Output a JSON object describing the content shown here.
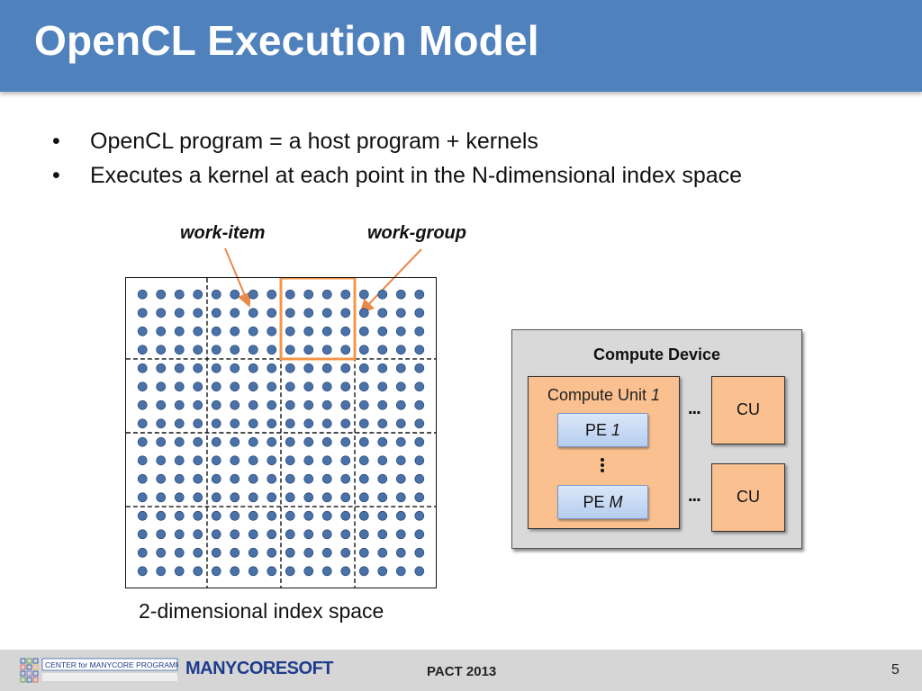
{
  "slide": {
    "title": "OpenCL Execution Model",
    "bullets": [
      "OpenCL program = a host program + kernels",
      "Executes a kernel at each point in the N-dimensional index space"
    ],
    "bullet_glyph": "•"
  },
  "diagram": {
    "label_work_item": "work-item",
    "label_work_group": "work-group",
    "index_space_caption": "2-dimensional index space",
    "grid": {
      "rows": 16,
      "cols": 16,
      "group_rows": 4,
      "group_cols": 4,
      "highlighted_group": {
        "row": 0,
        "col": 2
      }
    },
    "colors": {
      "dot": "#4a72a8",
      "highlight": "#f79646",
      "arrow": "#e8894a"
    },
    "device": {
      "title": "Compute Device",
      "compute_unit_label": "Compute Unit",
      "compute_unit_index": "1",
      "pe_label": "PE",
      "pe_first_index": "1",
      "pe_last_index": "M",
      "cu_short_label_1": "CU",
      "cu_short_label_2": "CU",
      "ellipsis": "..."
    }
  },
  "footer": {
    "logo_center_text": "CENTER for MANYCORE PROGRAMMING",
    "logo_manycoresoft": "MANYCORESOFT",
    "conference": "PACT 2013",
    "page_number": "5"
  }
}
